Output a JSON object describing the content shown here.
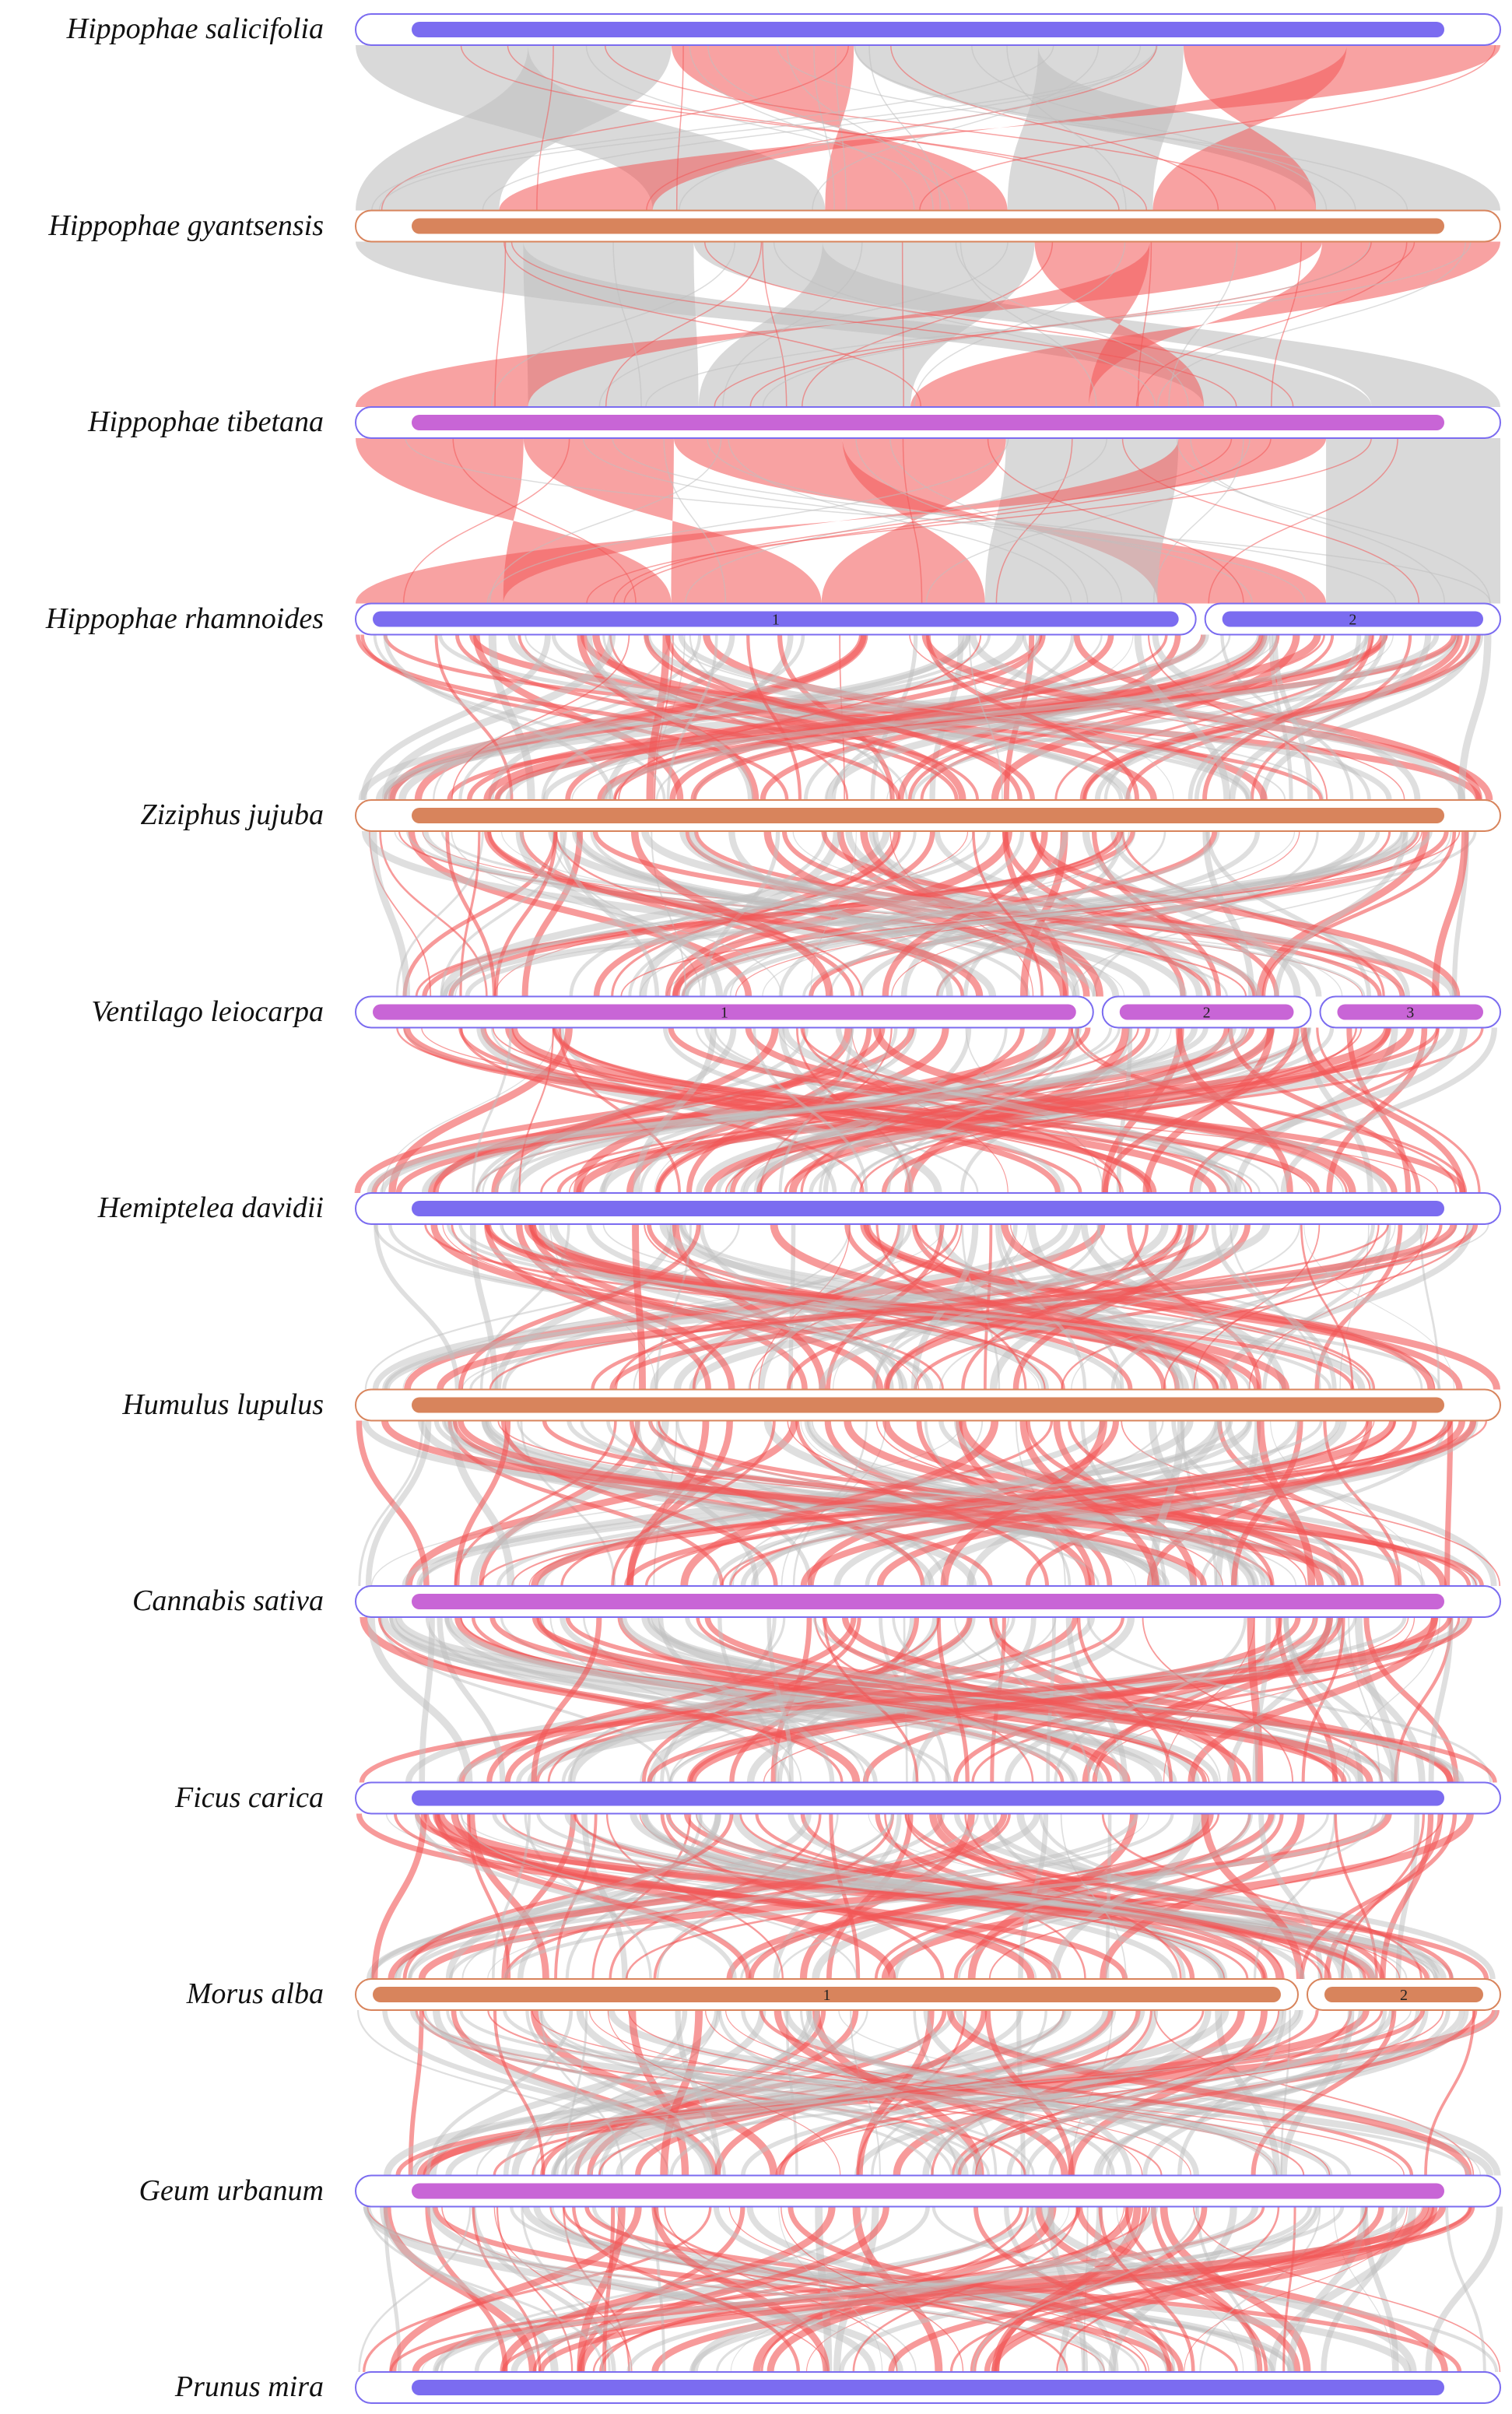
{
  "colors": {
    "inverted_block": "#f25656",
    "collinear_block": "#bfbfbf",
    "capsule_border": "#7b6cf0",
    "track_blue": "#7b6cf0",
    "track_orange": "#d8845c",
    "track_magenta": "#c865d6"
  },
  "species": [
    {
      "name": "Hippophae salicifolia",
      "track_color": "#7b6cf0",
      "border": "#7b6cf0",
      "segments": [
        {
          "label": "",
          "weight": 1
        }
      ]
    },
    {
      "name": "Hippophae gyantsensis",
      "track_color": "#d8845c",
      "border": "#d8845c",
      "segments": [
        {
          "label": "",
          "weight": 1
        }
      ]
    },
    {
      "name": "Hippophae tibetana",
      "track_color": "#c865d6",
      "border": "#7b6cf0",
      "segments": [
        {
          "label": "",
          "weight": 1
        }
      ]
    },
    {
      "name": "Hippophae rhamnoides",
      "track_color": "#7b6cf0",
      "border": "#7b6cf0",
      "segments": [
        {
          "label": "1",
          "weight": 0.74
        },
        {
          "label": "2",
          "weight": 0.26
        }
      ]
    },
    {
      "name": "Ziziphus jujuba",
      "track_color": "#d8845c",
      "border": "#d8845c",
      "segments": [
        {
          "label": "",
          "weight": 1
        }
      ]
    },
    {
      "name": "Ventilago leiocarpa",
      "track_color": "#c865d6",
      "border": "#7b6cf0",
      "segments": [
        {
          "label": "1",
          "weight": 0.655
        },
        {
          "label": "2",
          "weight": 0.185
        },
        {
          "label": "3",
          "weight": 0.16
        }
      ]
    },
    {
      "name": "Hemiptelea davidii",
      "track_color": "#7b6cf0",
      "border": "#7b6cf0",
      "segments": [
        {
          "label": "",
          "weight": 1
        }
      ]
    },
    {
      "name": "Humulus lupulus",
      "track_color": "#d8845c",
      "border": "#d8845c",
      "segments": [
        {
          "label": "",
          "weight": 1
        }
      ]
    },
    {
      "name": "Cannabis sativa",
      "track_color": "#c865d6",
      "border": "#7b6cf0",
      "segments": [
        {
          "label": "",
          "weight": 1
        }
      ]
    },
    {
      "name": "Ficus carica",
      "track_color": "#7b6cf0",
      "border": "#7b6cf0",
      "segments": [
        {
          "label": "",
          "weight": 1
        }
      ]
    },
    {
      "name": "Morus alba",
      "track_color": "#d8845c",
      "border": "#d8845c",
      "segments": [
        {
          "label": "1",
          "weight": 0.83
        },
        {
          "label": "2",
          "weight": 0.17
        }
      ]
    },
    {
      "name": "Geum urbanum",
      "track_color": "#c865d6",
      "border": "#7b6cf0",
      "segments": [
        {
          "label": "",
          "weight": 1
        }
      ]
    },
    {
      "name": "Prunus mira",
      "track_color": "#7b6cf0",
      "border": "#7b6cf0",
      "segments": [
        {
          "label": "",
          "weight": 1
        }
      ]
    }
  ]
}
